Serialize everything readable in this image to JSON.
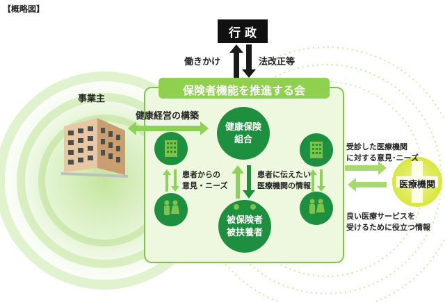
{
  "caption": "【概略図】",
  "government": {
    "label": "行 政"
  },
  "flows_to_government": {
    "up_label": "働きかけ",
    "down_label": "法改正等"
  },
  "council": {
    "title": "保険者機能を推進する会"
  },
  "employer": {
    "label": "事業主"
  },
  "health_management": {
    "label": "健康経営の構築"
  },
  "insurer": {
    "label_line1": "健康保険",
    "label_line2": "組合"
  },
  "insured": {
    "label_line1": "被保険者",
    "label_line2": "被扶養者"
  },
  "left_flow": {
    "line1": "患者からの",
    "line2": "意見・ニーズ"
  },
  "center_flow": {
    "line1": "患者に伝えたい",
    "line2": "医療機関の情報"
  },
  "medical_institution": {
    "label": "医療機関"
  },
  "right_top_text": {
    "line1": "受診した医療機関",
    "line2": "に対する意見･ニーズ"
  },
  "right_bottom_text": {
    "line1": "良い医療サービスを",
    "line2": "受けるために役立つ情報"
  },
  "colors": {
    "dark_green": "#1e8f3e",
    "light_green": "#8ccf5a",
    "panel_green": "#eaf7d8",
    "yellow_green": "#dbe84a",
    "black": "#111111"
  }
}
